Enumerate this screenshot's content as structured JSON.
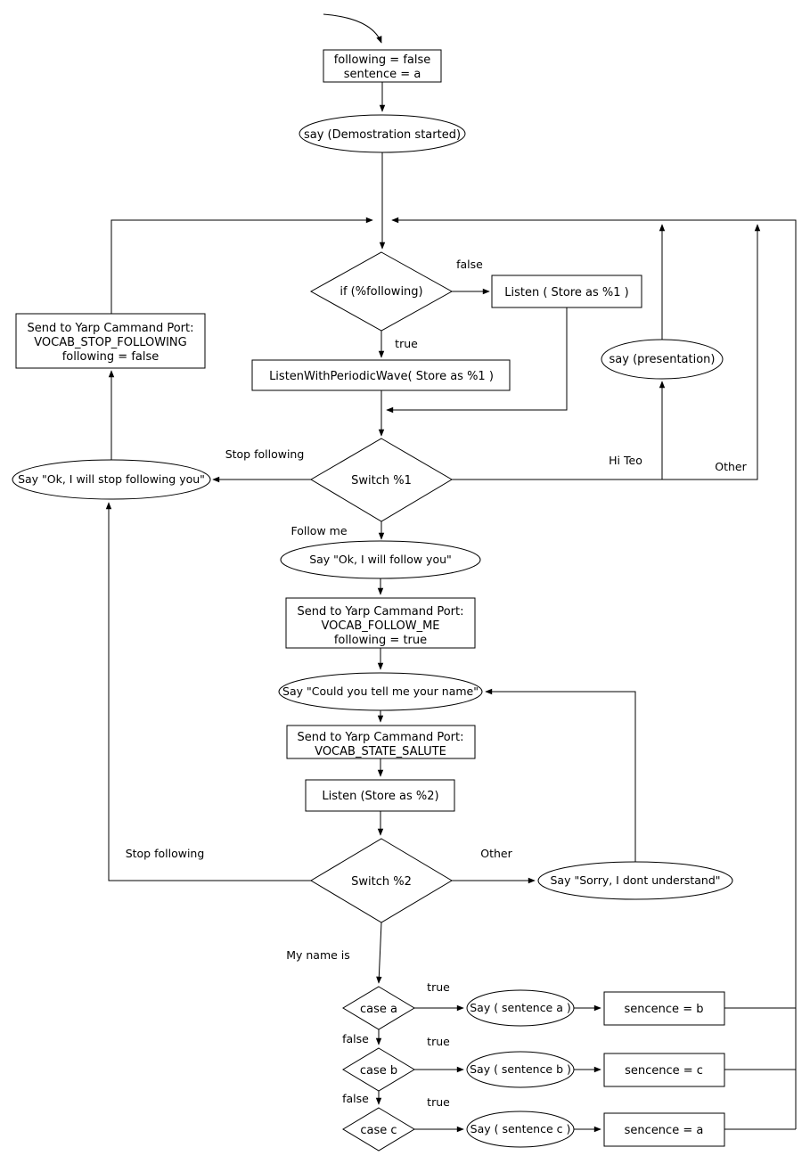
{
  "colors": {
    "stroke": "#000000",
    "background": "#ffffff",
    "text": "#000000"
  },
  "nodes": {
    "init": {
      "line1": "following = false",
      "line2": "sentence = a"
    },
    "demo_say": {
      "label": "say (Demostration started)"
    },
    "if_following": {
      "label": "if (%following)"
    },
    "listen_1": {
      "label": "Listen ( Store as %1 )"
    },
    "listen_periodic": {
      "label": "ListenWithPeriodicWave( Store as %1 )"
    },
    "switch_1": {
      "label": "Switch %1"
    },
    "say_stop": {
      "label": "Say \"Ok, I will stop following you\""
    },
    "stop_port": {
      "line1": "Send to Yarp Cammand Port:",
      "line2": "VOCAB_STOP_FOLLOWING",
      "line3": "following = false"
    },
    "say_presentation": {
      "label": "say (presentation)"
    },
    "say_follow": {
      "label": "Say \"Ok, I will follow you\""
    },
    "follow_port": {
      "line1": "Send to Yarp Cammand Port:",
      "line2": "VOCAB_FOLLOW_ME",
      "line3": "following = true"
    },
    "say_name": {
      "label": "Say \"Could you tell me your name\""
    },
    "salute_port": {
      "line1": "Send to Yarp Cammand Port:",
      "line2": "VOCAB_STATE_SALUTE"
    },
    "listen_2": {
      "label": "Listen (Store as %2)"
    },
    "switch_2": {
      "label": "Switch %2"
    },
    "say_sorry": {
      "label": "Say \"Sorry, I dont understand\""
    }
  },
  "edge_labels": {
    "if_false": "false",
    "if_true": "true",
    "sw1_stop": "Stop following",
    "sw1_hi_teo": "Hi Teo",
    "sw1_other": "Other",
    "sw1_follow_me": "Follow me",
    "sw2_stop": "Stop following",
    "sw2_other": "Other",
    "sw2_my_name": "My name is"
  },
  "cases": [
    {
      "cond": "case a",
      "true_label": "true",
      "false_label": "false",
      "say": "Say ( sentence a )",
      "assign": "sencence = b"
    },
    {
      "cond": "case b",
      "true_label": "true",
      "false_label": "false",
      "say": "Say ( sentence b )",
      "assign": "sencence = c"
    },
    {
      "cond": "case c",
      "true_label": "true",
      "say": "Say ( sentence c )",
      "assign": "sencence = a"
    }
  ]
}
